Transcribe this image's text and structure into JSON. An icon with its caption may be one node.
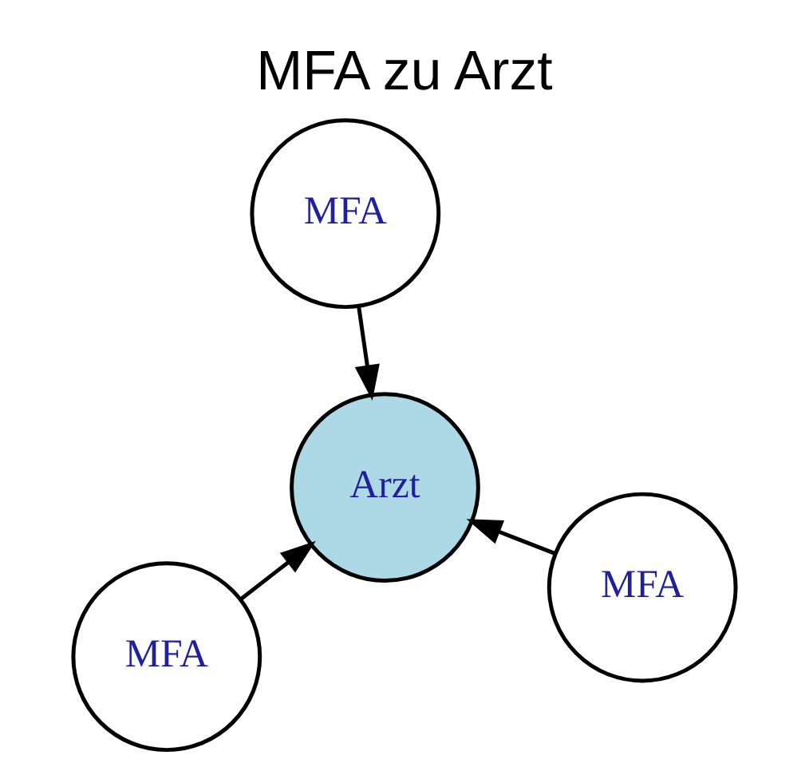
{
  "diagram": {
    "title": "MFA zu Arzt",
    "nodes": [
      {
        "text": [
          "MFA"
        ]
      },
      {
        "text": [
          "MFA"
        ]
      },
      {
        "text": [
          "Arzt"
        ]
      },
      {
        "text": [
          "MFA"
        ]
      }
    ],
    "edges": [
      {
        "from": 0,
        "to": 2,
        "arrow": "to"
      },
      {
        "from": 1,
        "to": 2,
        "arrow": "to"
      },
      {
        "from": 3,
        "to": 2,
        "arrow": "to"
      }
    ]
  }
}
